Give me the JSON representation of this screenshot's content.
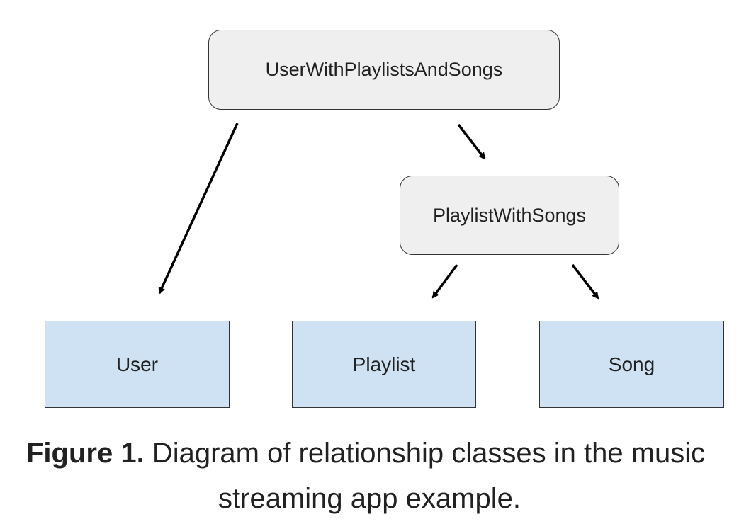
{
  "diagram": {
    "nodes": {
      "root": "UserWithPlaylistsAndSongs",
      "mid": "PlaylistWithSongs",
      "user": "User",
      "playlist": "Playlist",
      "song": "Song"
    },
    "edges": [
      {
        "from": "UserWithPlaylistsAndSongs",
        "to": "User"
      },
      {
        "from": "UserWithPlaylistsAndSongs",
        "to": "PlaylistWithSongs"
      },
      {
        "from": "PlaylistWithSongs",
        "to": "Playlist"
      },
      {
        "from": "PlaylistWithSongs",
        "to": "Song"
      }
    ],
    "colors": {
      "wrapper_fill": "#efefef",
      "entity_fill": "#cfe2f3",
      "stroke": "#333333",
      "arrow": "#000000"
    }
  },
  "caption": {
    "label": "Figure 1.",
    "text_line1": " Diagram of relationship classes in the music",
    "text_line2": "streaming app example."
  }
}
